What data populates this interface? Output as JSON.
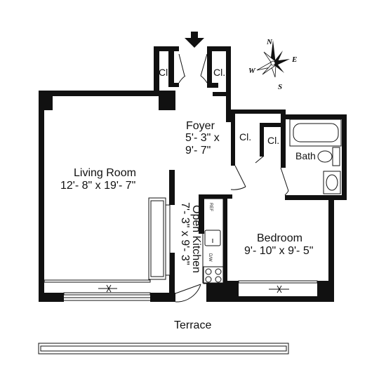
{
  "rooms": {
    "foyer": {
      "name": "Foyer",
      "dim1": "5'- 3\" x",
      "dim2": "9'- 7\""
    },
    "living": {
      "name": "Living Room",
      "dim": "12'- 8\" x 19'- 7\""
    },
    "kitchen": {
      "name": "Open Kitchen",
      "dim": "7'- 3\" x 9'- 3\""
    },
    "bedroom": {
      "name": "Bedroom",
      "dim": "9'- 10\" x 9'- 5\""
    },
    "bath": {
      "name": "Bath"
    },
    "closet_label": "Cl.",
    "terrace": {
      "name": "Terrace"
    }
  },
  "appliances": {
    "refrigerator": "REF",
    "dishwasher": "D/W"
  },
  "compass": {
    "n": "N",
    "e": "E",
    "s": "S",
    "w": "W"
  },
  "icons": {
    "entry": "entry-arrow-icon",
    "compass": "compass-rose-icon"
  }
}
